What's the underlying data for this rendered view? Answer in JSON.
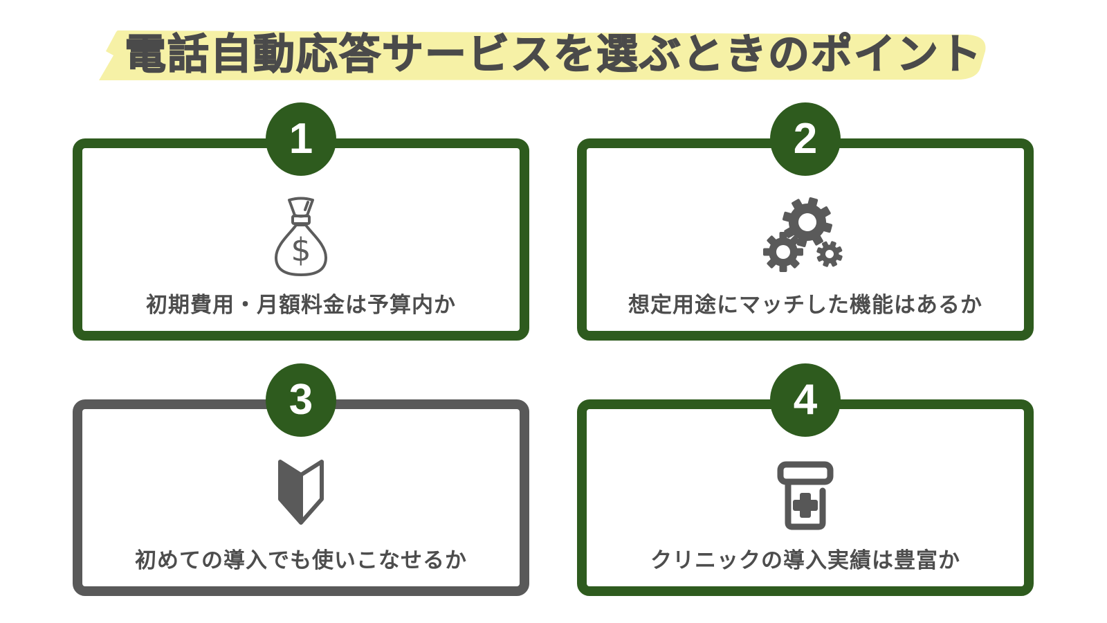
{
  "title": {
    "text": "電話自動応答サービスを選ぶときのポイント",
    "highlight_color": "#f6f1a6",
    "text_color": "#4a4a4a"
  },
  "colors": {
    "green_accent": "#2e5b1e",
    "gray_border": "#595959",
    "icon_gray": "#5a5a5a",
    "caption_text": "#4d4d4d",
    "badge_number_text": "#ffffff",
    "background": "#ffffff"
  },
  "cards": [
    {
      "number": "1",
      "caption": "初期費用・月額料金は予算内か",
      "border_color": "green",
      "icon": "money-bag-icon"
    },
    {
      "number": "2",
      "caption": "想定用途にマッチした機能はあるか",
      "border_color": "green",
      "icon": "gears-icon"
    },
    {
      "number": "3",
      "caption": "初めての導入でも使いこなせるか",
      "border_color": "gray",
      "icon": "beginner-mark-icon"
    },
    {
      "number": "4",
      "caption": "クリニックの導入実績は豊富か",
      "border_color": "green",
      "icon": "medicine-bottle-icon"
    }
  ]
}
